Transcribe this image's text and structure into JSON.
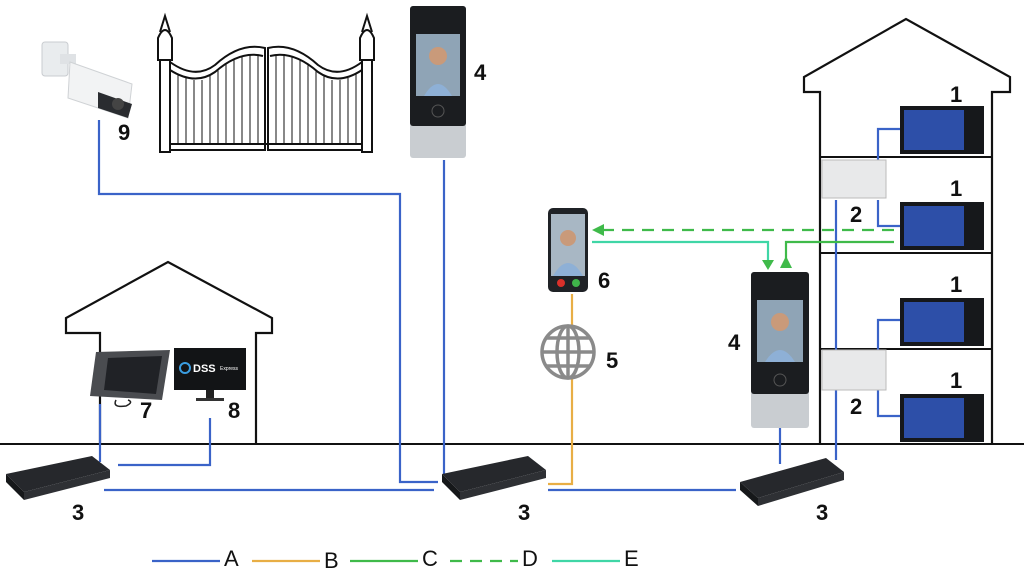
{
  "diagram": {
    "title": "Network topology of video intercom system",
    "devices": [
      {
        "id": "indoor-monitor",
        "number": "1",
        "count": 4
      },
      {
        "id": "distributor",
        "number": "2",
        "count": 2
      },
      {
        "id": "network-switch",
        "number": "3",
        "count": 3
      },
      {
        "id": "door-station",
        "number": "4",
        "count": 2
      },
      {
        "id": "internet",
        "number": "5",
        "icon": "globe-icon"
      },
      {
        "id": "mobile-app",
        "number": "6"
      },
      {
        "id": "management-center",
        "number": "7"
      },
      {
        "id": "dss-express-pc",
        "number": "8",
        "screen_text": "DSS",
        "screen_subtext": "Express"
      },
      {
        "id": "ip-camera",
        "number": "9"
      }
    ],
    "labels": {
      "monitor_1": "1",
      "monitor_2": "1",
      "monitor_3": "1",
      "monitor_4": "1",
      "distributor_1": "2",
      "distributor_2": "2",
      "switch_left": "3",
      "switch_center": "3",
      "switch_right": "3",
      "door_station_top": "4",
      "door_station_right": "4",
      "internet": "5",
      "phone": "6",
      "tablet": "7",
      "pc": "8",
      "camera": "9"
    },
    "dss_brand": "DSS",
    "dss_sub": "Express",
    "legend": [
      {
        "key": "A",
        "style": "solid",
        "color": "#3a63c8"
      },
      {
        "key": "B",
        "style": "solid",
        "color": "#e8ae45"
      },
      {
        "key": "C",
        "style": "solid",
        "color": "#3fba4a"
      },
      {
        "key": "D",
        "style": "dashed",
        "color": "#3fba4a"
      },
      {
        "key": "E",
        "style": "solid",
        "color": "#3fd6a6"
      }
    ]
  }
}
